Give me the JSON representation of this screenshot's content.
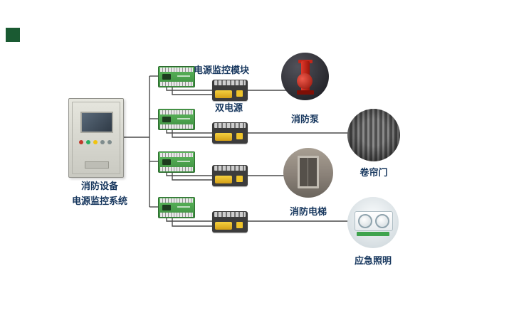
{
  "diagram": {
    "type": "system-topology",
    "background": "#ffffff"
  },
  "colors": {
    "label_text": "#17375e",
    "connection_line": "#4a4a4a",
    "module_green": "#43a047",
    "switch_body": "#3c3c3c",
    "switch_yellow": "#eec32a",
    "cabinet_gray": "#d9d9d1",
    "logo_green": "#1a5a32",
    "pump_red": "#c1271b"
  },
  "cabinet": {
    "label_line1": "消防设备",
    "label_line2": "电源监控系统"
  },
  "labels": {
    "monitor_module": "电源监控模块",
    "dual_power": "双电源"
  },
  "equipment": [
    {
      "id": "fire-pump",
      "label": "消防泵"
    },
    {
      "id": "roller-shutter-door",
      "label": "卷帘门"
    },
    {
      "id": "fire-elevator",
      "label": "消防电梯"
    },
    {
      "id": "emergency-lighting",
      "label": "应急照明"
    }
  ]
}
